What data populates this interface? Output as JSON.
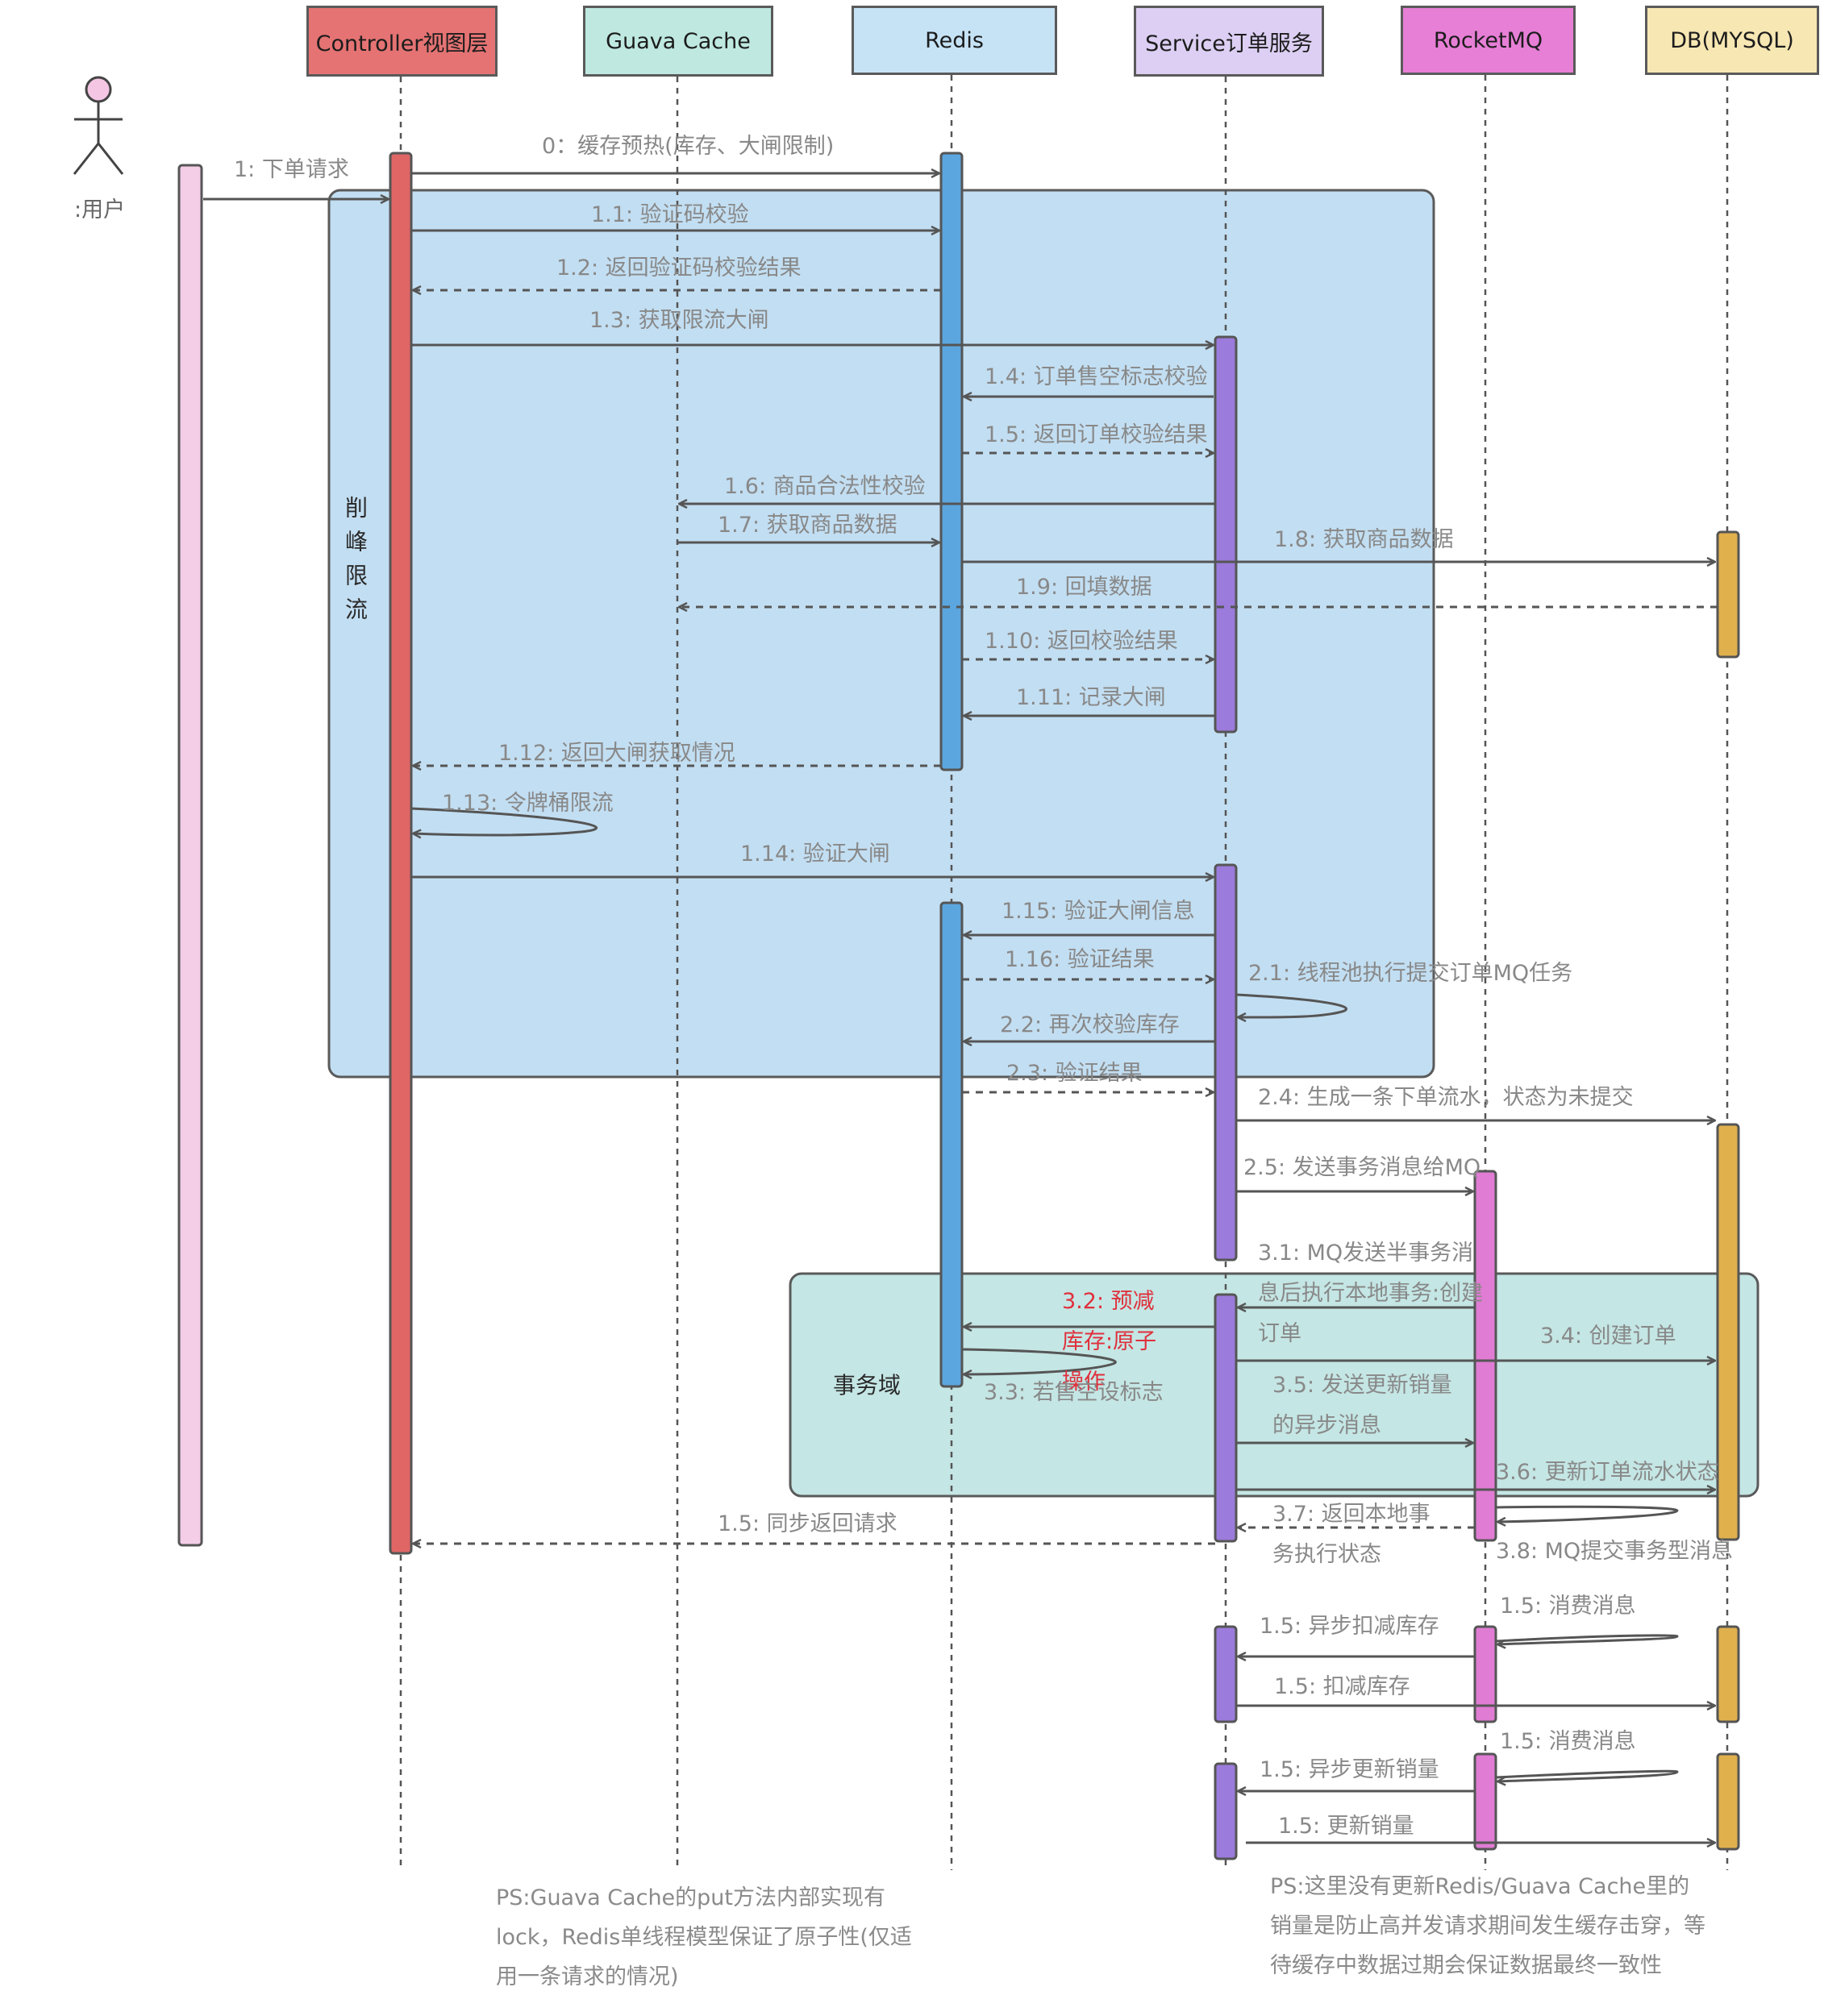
{
  "participants": [
    {
      "id": "controller",
      "label": "Controller视图层",
      "color": "#e57373"
    },
    {
      "id": "guava",
      "label": "Guava Cache",
      "color": "#bfe9e0"
    },
    {
      "id": "redis",
      "label": "Redis",
      "color": "#c6e3f6"
    },
    {
      "id": "service",
      "label": "Service订单服务",
      "color": "#dccff3"
    },
    {
      "id": "rocketmq",
      "label": "RocketMQ",
      "color": "#e77fd6"
    },
    {
      "id": "db",
      "label": "DB(MYSQL)",
      "color": "#f7e7b3"
    }
  ],
  "actor": {
    "label": ":用户",
    "color": "#f4c6e4"
  },
  "regions": {
    "peak": {
      "label": "削峰限流",
      "color": "#c2def2"
    },
    "transaction": {
      "label": "事务域",
      "color": "#c4e6e4"
    }
  },
  "activation_colors": {
    "user": "#f4cde7",
    "controller": "#e06666",
    "redis": "#5ca6df",
    "service": "#9b7bdb",
    "rocketmq": "#e07cd3",
    "db": "#e0b04d"
  },
  "messages": [
    {
      "id": "m0",
      "text": "0：缓存预热(库存、大闸限制)"
    },
    {
      "id": "m1",
      "text": "1: 下单请求"
    },
    {
      "id": "m11",
      "text": "1.1: 验证码校验"
    },
    {
      "id": "m12",
      "text": "1.2: 返回验证码校验结果"
    },
    {
      "id": "m13",
      "text": "1.3: 获取限流大闸"
    },
    {
      "id": "m14",
      "text": "1.4: 订单售空标志校验"
    },
    {
      "id": "m15",
      "text": "1.5: 返回订单校验结果"
    },
    {
      "id": "m16",
      "text": "1.6: 商品合法性校验"
    },
    {
      "id": "m17",
      "text": "1.7: 获取商品数据"
    },
    {
      "id": "m18",
      "text": "1.8: 获取商品数据"
    },
    {
      "id": "m19",
      "text": "1.9: 回填数据"
    },
    {
      "id": "m110",
      "text": "1.10: 返回校验结果"
    },
    {
      "id": "m111",
      "text": "1.11: 记录大闸"
    },
    {
      "id": "m112",
      "text": "1.12: 返回大闸获取情况"
    },
    {
      "id": "m113",
      "text": "1.13: 令牌桶限流"
    },
    {
      "id": "m114",
      "text": "1.14: 验证大闸"
    },
    {
      "id": "m115",
      "text": "1.15: 验证大闸信息"
    },
    {
      "id": "m116",
      "text": "1.16: 验证结果"
    },
    {
      "id": "m21",
      "text": "2.1: 线程池执行提交订单MQ任务"
    },
    {
      "id": "m22",
      "text": "2.2: 再次校验库存"
    },
    {
      "id": "m23",
      "text": "2.3: 验证结果"
    },
    {
      "id": "m24",
      "text": "2.4: 生成一条下单流水，状态为未提交"
    },
    {
      "id": "m25",
      "text": "2.5: 发送事务消息给MQ"
    },
    {
      "id": "m31",
      "text": "3.1: MQ发送半事务消息后执行本地事务:创建订单"
    },
    {
      "id": "m32",
      "text": "3.2: 预减库存:原子操作"
    },
    {
      "id": "m33",
      "text": "3.3: 若售空设标志"
    },
    {
      "id": "m34",
      "text": "3.4: 创建订单"
    },
    {
      "id": "m35",
      "text": "3.5: 发送更新销量的异步消息"
    },
    {
      "id": "m36",
      "text": "3.6: 更新订单流水状态"
    },
    {
      "id": "m37",
      "text": "3.7: 返回本地事务执行状态"
    },
    {
      "id": "m38",
      "text": "3.8: MQ提交事务型消息"
    },
    {
      "id": "m15b",
      "text": "1.5: 同步返回请求"
    },
    {
      "id": "c1",
      "text": "1.5: 消费消息"
    },
    {
      "id": "c2",
      "text": "1.5: 异步扣减库存"
    },
    {
      "id": "c3",
      "text": "1.5: 扣减库存"
    },
    {
      "id": "c4",
      "text": "1.5: 消费消息"
    },
    {
      "id": "c5",
      "text": "1.5: 异步更新销量"
    },
    {
      "id": "c6",
      "text": "1.5: 更新销量"
    }
  ],
  "notes": {
    "guava_note": "PS:Guava Cache的put方法内部实现有lock，Redis单线程模型保证了原子性(仅适用一条请求的情况)",
    "cache_note": "PS:这里没有更新Redis/Guava Cache里的销量是防止高并发请求期间发生缓存击穿，等待缓存中数据过期会保证数据最终一致性"
  }
}
